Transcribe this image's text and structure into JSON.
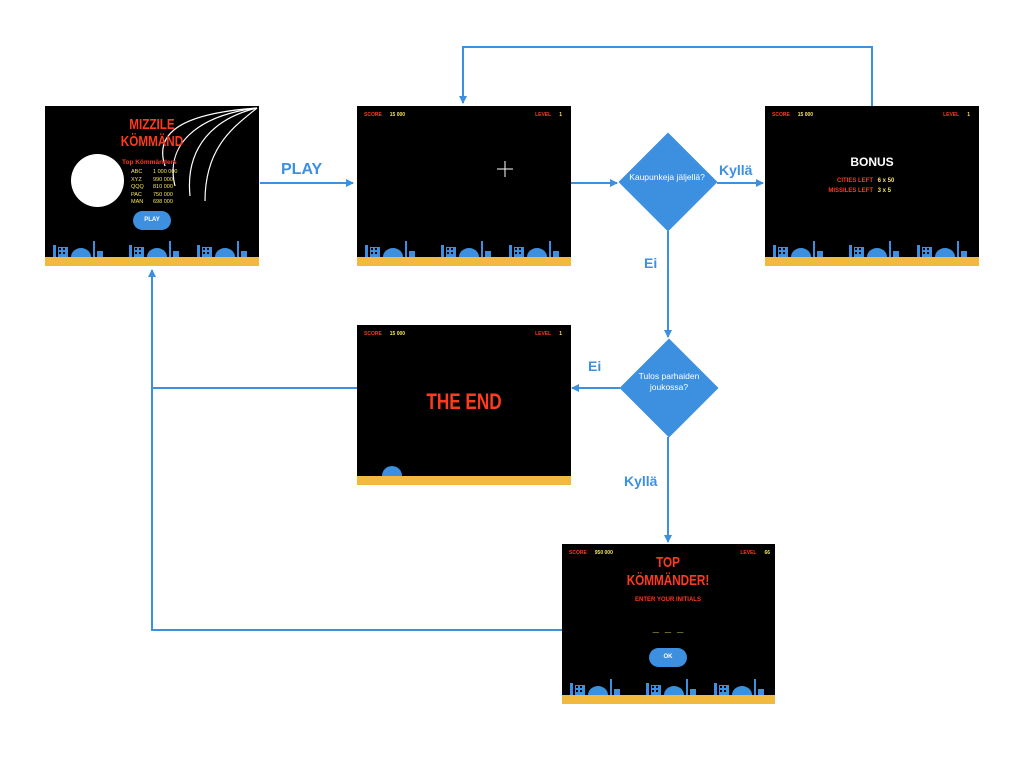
{
  "start_screen": {
    "title_line1": "MIZZILE",
    "title_line2": "KÖMMÄND",
    "top_header": "Top Kömmänders",
    "scores": [
      {
        "name": "ABC",
        "score": "1 000 000"
      },
      {
        "name": "XYZ",
        "score": "990 000"
      },
      {
        "name": "QQQ",
        "score": "810 000"
      },
      {
        "name": "PAC",
        "score": "750 000"
      },
      {
        "name": "MAN",
        "score": "698 000"
      }
    ],
    "play_button": "PLAY"
  },
  "game_screen": {
    "score_label": "SCORE",
    "score_value": "15 000",
    "level_label": "LEVEL",
    "level_value": "1"
  },
  "bonus_screen": {
    "score_label": "SCORE",
    "score_value": "15 000",
    "level_label": "LEVEL",
    "level_value": "1",
    "title": "BONUS",
    "cities_label": "CITIES LEFT",
    "cities_value": "6 x 50",
    "missiles_label": "MISSILES LEFT",
    "missiles_value": "3 x 5"
  },
  "end_screen": {
    "score_label": "SCORE",
    "score_value": "15 000",
    "level_label": "LEVEL",
    "level_value": "1",
    "title": "THE END"
  },
  "top_screen": {
    "score_label": "SCORE",
    "score_value": "950 000",
    "level_label": "LEVEL",
    "level_value": "66",
    "title_line1": "TOP",
    "title_line2": "KÖMMÄNDER!",
    "subtitle": "ENTER YOUR INITIALS",
    "initials_placeholder": "_  _  _",
    "ok_button": "OK"
  },
  "decisions": {
    "cities_left": "Kaupunkeja jäljellä?",
    "top_score": "Tulos parhaiden joukossa?"
  },
  "edge_labels": {
    "play": "PLAY",
    "yes1": "Kyllä",
    "no1": "Ei",
    "no2": "Ei",
    "yes2": "Kyllä"
  },
  "colors": {
    "accent_blue": "#3d8fe0",
    "title_red": "#ff3a1f",
    "hud_yellow": "#f3e65b",
    "ground": "#f2b93f"
  }
}
